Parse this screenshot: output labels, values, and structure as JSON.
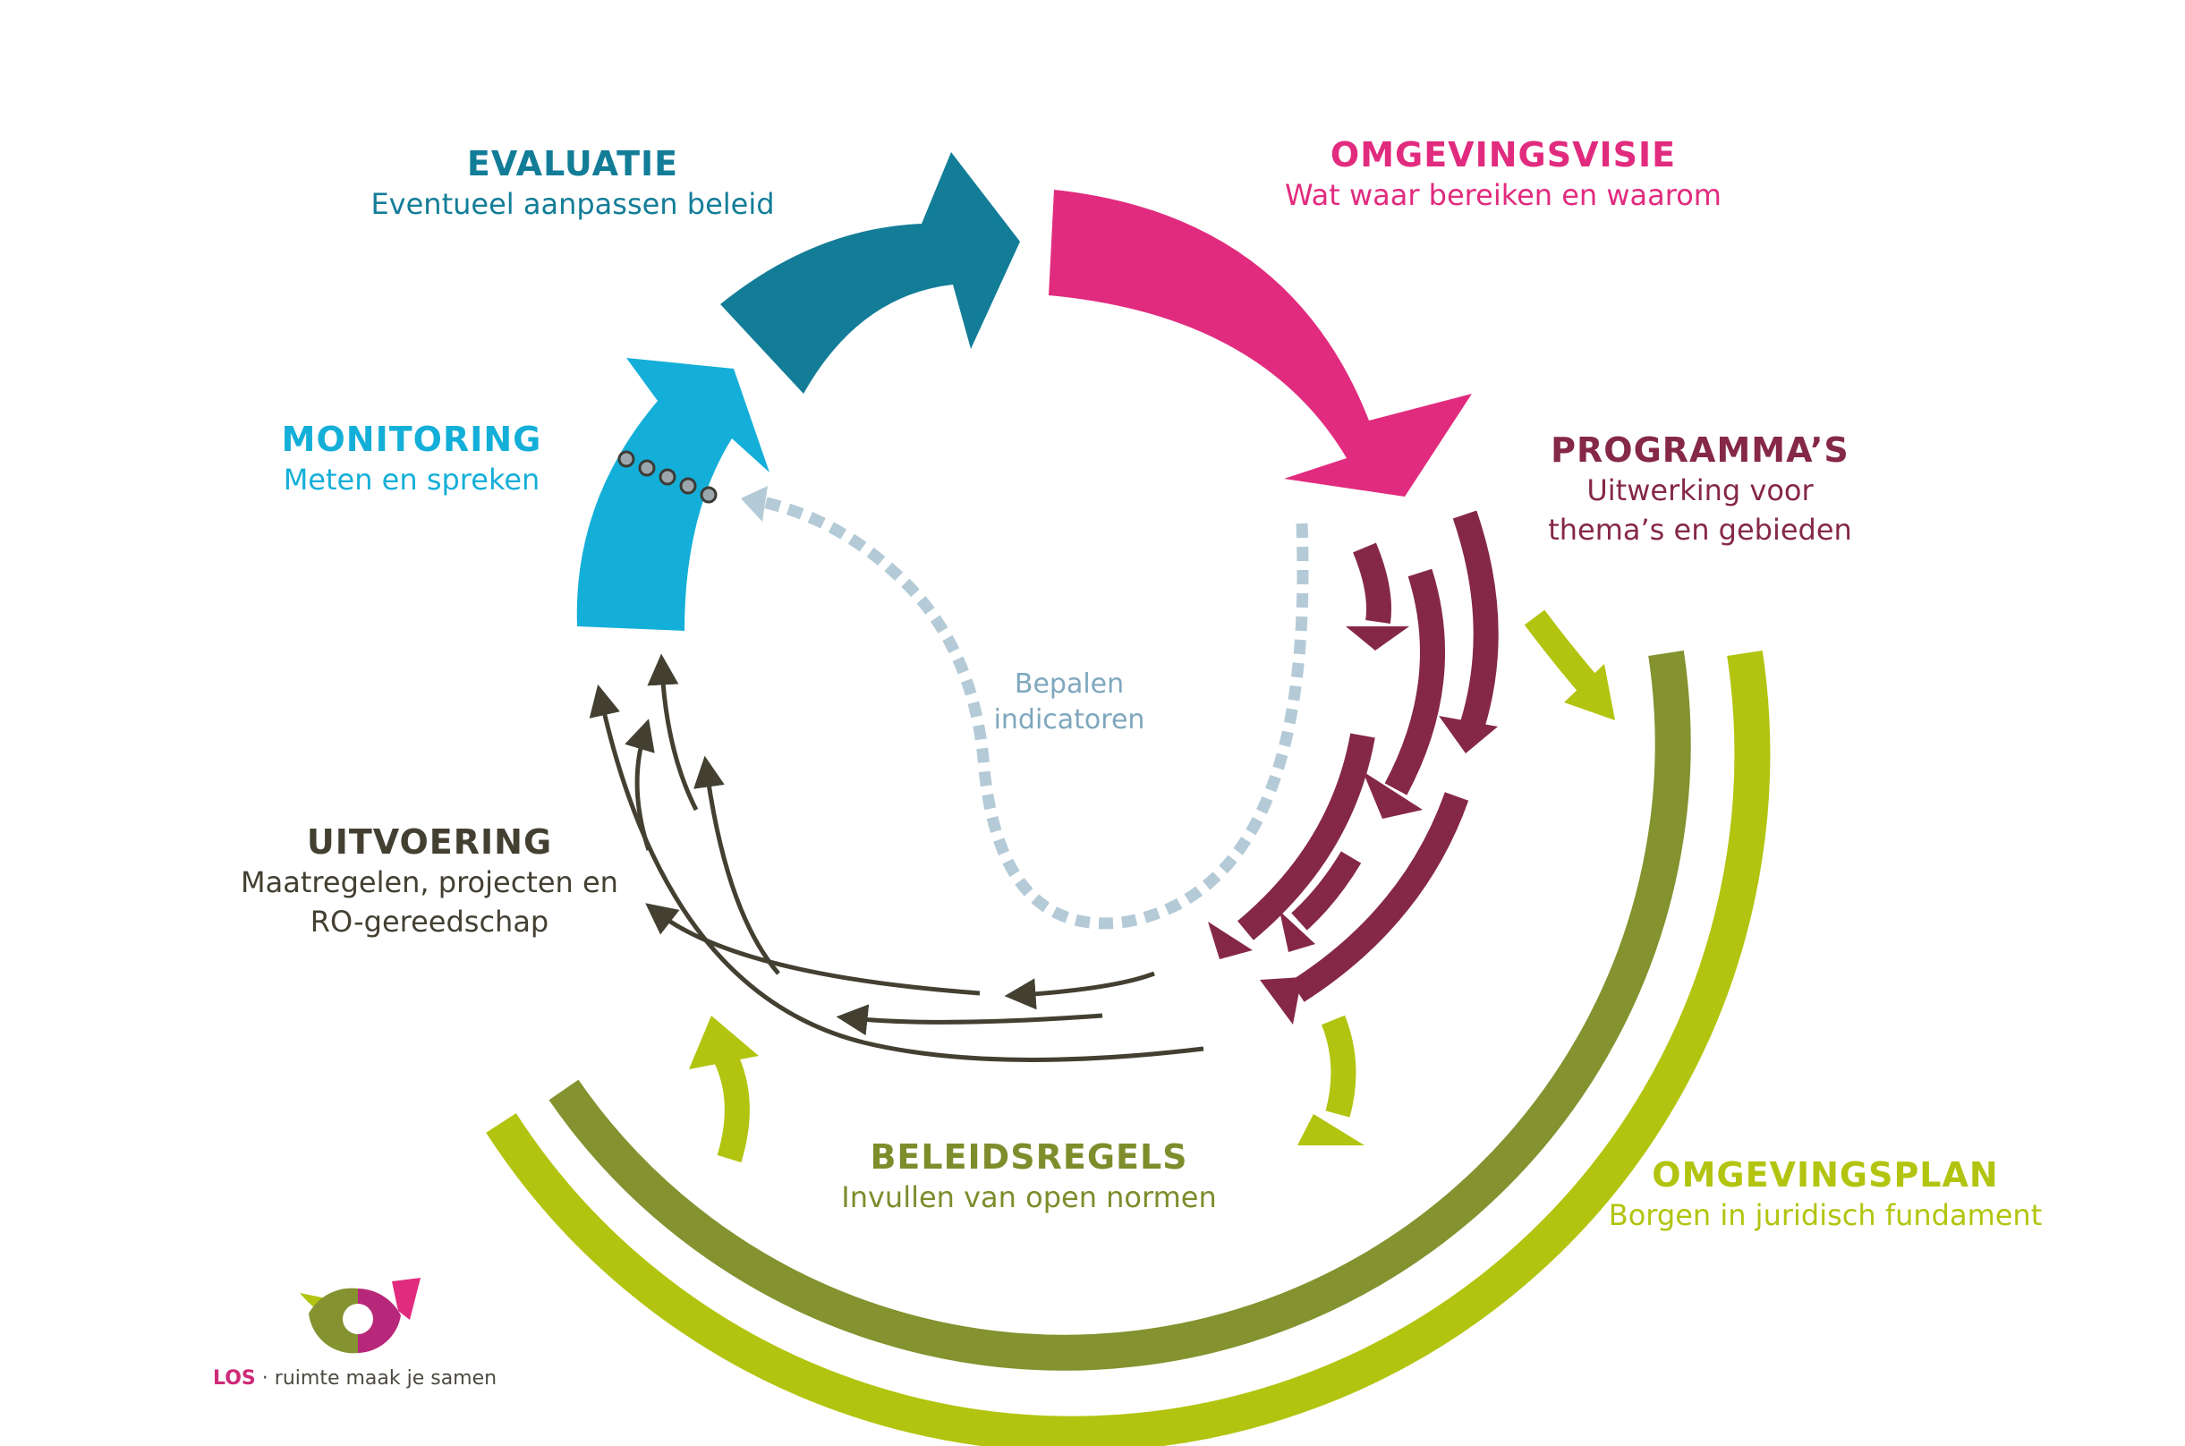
{
  "stages": {
    "evaluatie": {
      "title": "EVALUATIE",
      "subtitle": "Eventueel aanpassen beleid"
    },
    "omgevingsvisie": {
      "title": "OMGEVINGSVISIE",
      "subtitle": "Wat waar bereiken en waarom"
    },
    "monitoring": {
      "title": "MONITORING",
      "subtitle": "Meten en spreken"
    },
    "programmas": {
      "title": "PROGRAMMA’S",
      "subtitle_line1": "Uitwerking voor",
      "subtitle_line2": "thema’s en gebieden"
    },
    "uitvoering": {
      "title": "UITVOERING",
      "subtitle_line1": "Maatregelen, projecten en",
      "subtitle_line2": "RO-gereedschap"
    },
    "beleidsregels": {
      "title": "BELEIDSREGELS",
      "subtitle": "Invullen van open normen"
    },
    "omgevingsplan": {
      "title": "OMGEVINGSPLAN",
      "subtitle": "Borgen in juridisch fundament"
    }
  },
  "indicators": {
    "line1": "Bepalen",
    "line2": "indicatoren"
  },
  "logo": {
    "brand": "LOS",
    "separator": "·",
    "tagline": "ruimte maak je samen"
  },
  "colors": {
    "evaluatie": "#137d98",
    "omgevingsvisie": "#e12b7e",
    "monitoring": "#14afd9",
    "programmas": "#852848",
    "uitvoering": "#434032",
    "beleidsregels": "#7e8c2c",
    "omgevingsplan": "#b2c40f",
    "indicatoren": "#b4cad7"
  }
}
